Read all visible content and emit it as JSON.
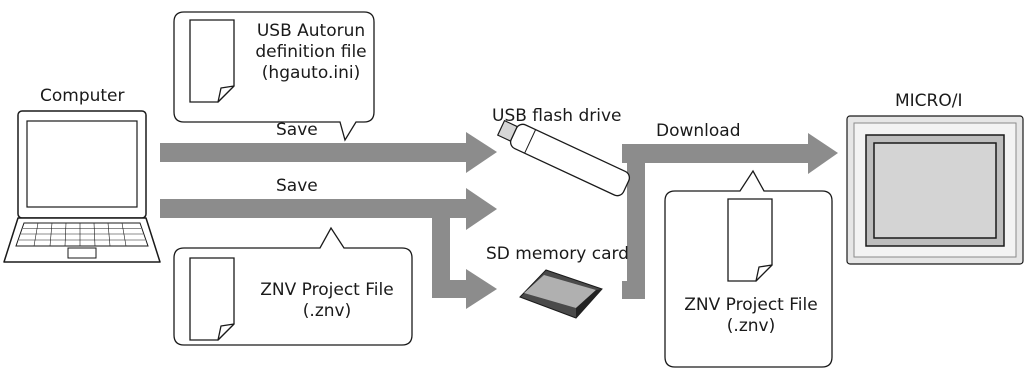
{
  "labels": {
    "computer": "Computer",
    "usb_flash_drive": "USB flash drive",
    "sd_memory_card": "SD memory card",
    "micro_i": "MICRO/I",
    "save_upper": "Save",
    "save_lower": "Save",
    "download": "Download"
  },
  "callouts": {
    "autorun": {
      "line1": "USB Autorun",
      "line2": "definition file",
      "line3": "(hgauto.ini)"
    },
    "project_left": {
      "line1": "ZNV Project File",
      "line2": "(.znv)"
    },
    "project_right": {
      "line1": "ZNV Project File",
      "line2": "(.znv)"
    }
  },
  "colors": {
    "arrow": "#8c8c8c",
    "outline": "#1a1a1a",
    "background": "#ffffff"
  }
}
